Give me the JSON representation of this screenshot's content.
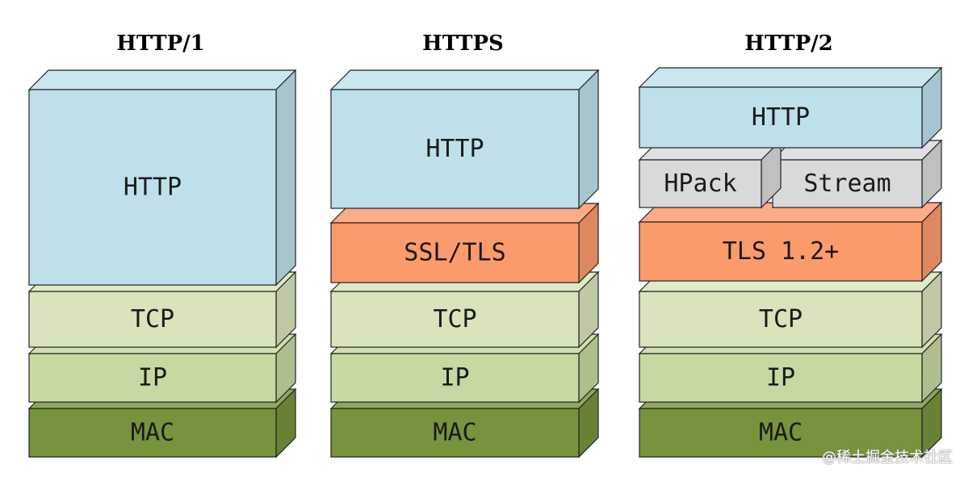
{
  "colors": {
    "http": "#BEE0EA",
    "tls": "#FB9A6B",
    "hpack": "#D9D9D9",
    "tcp": "#D7E4BC",
    "ip": "#C6D9A0",
    "mac": "#77933C"
  },
  "columns": [
    {
      "title": "HTTP/1",
      "layers": [
        {
          "label": "HTTP",
          "kind": "http"
        },
        {
          "label": "TCP",
          "kind": "tcp"
        },
        {
          "label": "IP",
          "kind": "ip"
        },
        {
          "label": "MAC",
          "kind": "mac"
        }
      ]
    },
    {
      "title": "HTTPS",
      "layers": [
        {
          "label": "HTTP",
          "kind": "http"
        },
        {
          "label": "SSL/TLS",
          "kind": "tls"
        },
        {
          "label": "TCP",
          "kind": "tcp"
        },
        {
          "label": "IP",
          "kind": "ip"
        },
        {
          "label": "MAC",
          "kind": "mac"
        }
      ]
    },
    {
      "title": "HTTP/2",
      "layers": [
        {
          "label": "HTTP",
          "kind": "http"
        },
        {
          "labels": [
            "HPack",
            "Stream"
          ],
          "kind": "hpack"
        },
        {
          "label": "TLS 1.2+",
          "kind": "tls"
        },
        {
          "label": "TCP",
          "kind": "tcp"
        },
        {
          "label": "IP",
          "kind": "ip"
        },
        {
          "label": "MAC",
          "kind": "mac"
        }
      ]
    }
  ],
  "watermark": "@稀土掘金技术社区"
}
